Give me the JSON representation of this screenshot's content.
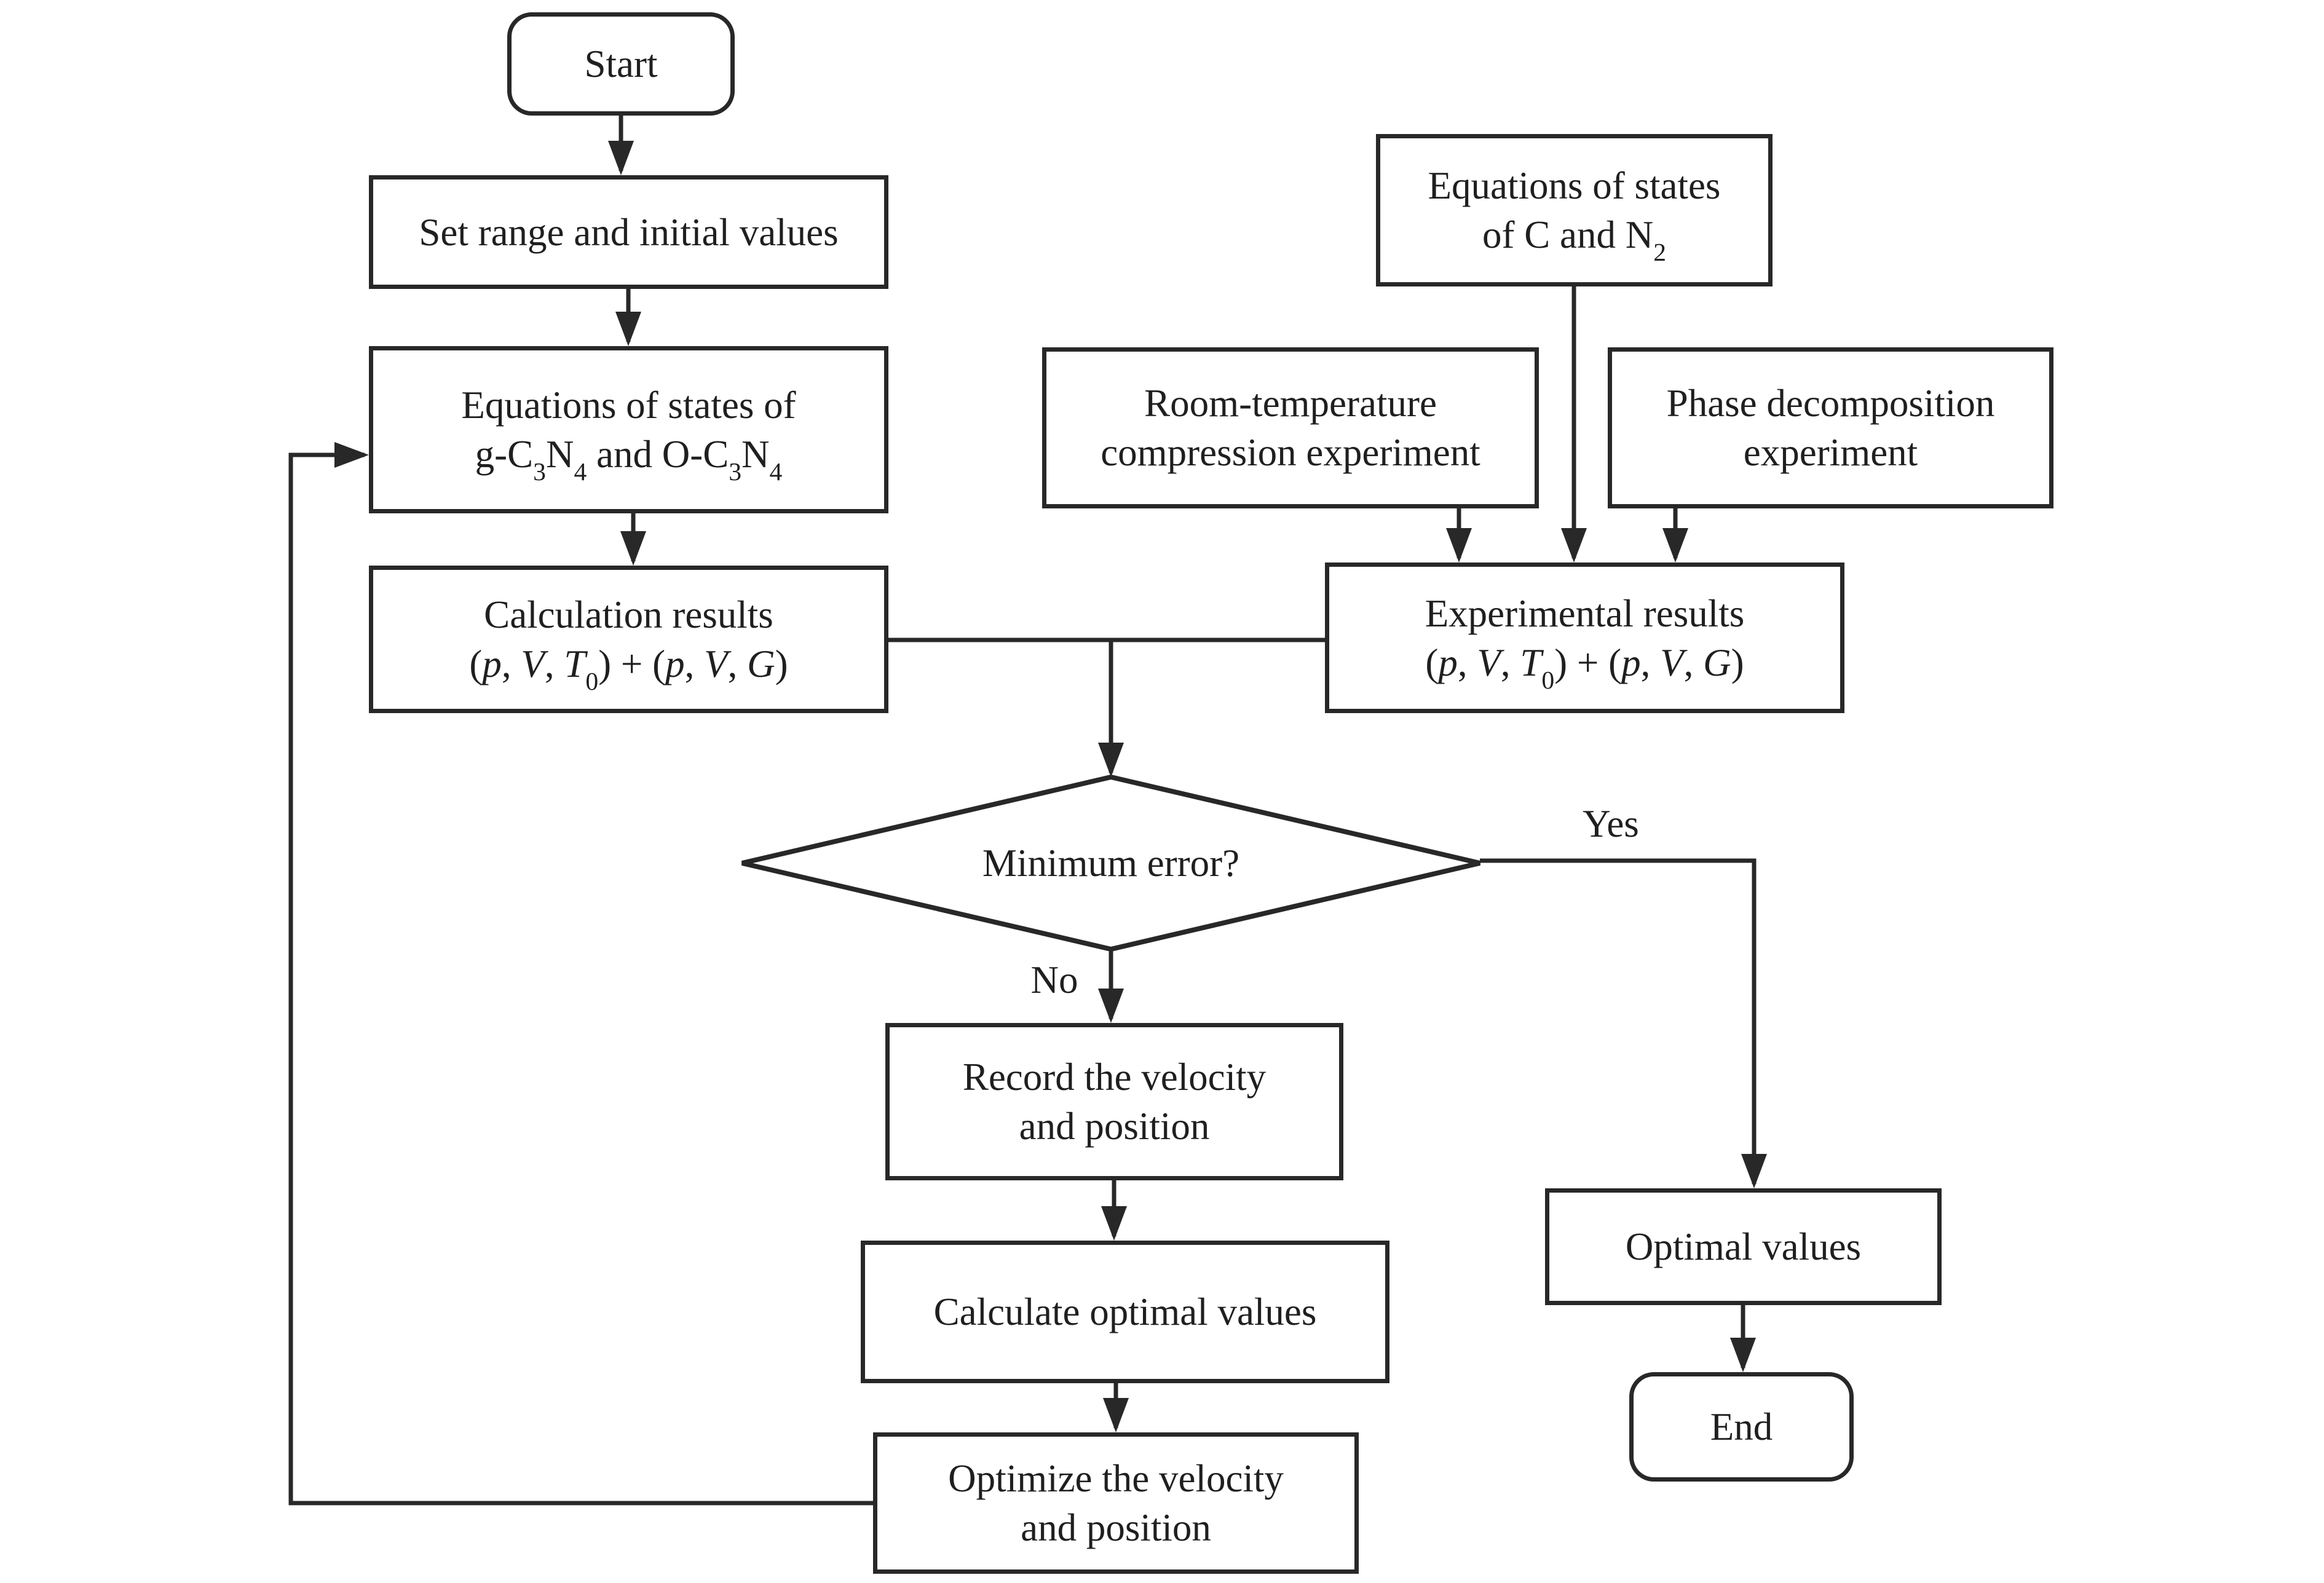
{
  "nodes": {
    "start": {
      "label": "Start"
    },
    "set_range": {
      "label": "Set range and initial values"
    },
    "eq_g": {
      "line1": "Equations of states of",
      "line2_parts": [
        "g-C",
        "3",
        "N",
        "4",
        " and O-C",
        "3",
        "N",
        "4"
      ]
    },
    "calc": {
      "line1": "Calculation results",
      "formula_parts": [
        "(",
        "p",
        ", ",
        "V",
        ", ",
        "T",
        "0",
        ") + (",
        "p",
        ", ",
        "V",
        ", ",
        "G",
        ")"
      ]
    },
    "eq_cn": {
      "line1": "Equations of states",
      "line2_parts": [
        "of C and N",
        "2"
      ]
    },
    "room": {
      "line1": "Room-temperature",
      "line2": "compression experiment"
    },
    "phase": {
      "line1": "Phase decomposition",
      "line2": "experiment"
    },
    "exp": {
      "line1": "Experimental results",
      "formula_parts": [
        "(",
        "p",
        ", ",
        "V",
        ", ",
        "T",
        "0",
        ") + (",
        "p",
        ", ",
        "V",
        ", ",
        "G",
        ")"
      ]
    },
    "decision": {
      "label": "Minimum error?"
    },
    "record": {
      "line1": "Record the velocity",
      "line2": "and position"
    },
    "calc_opt": {
      "label": "Calculate optimal values"
    },
    "optimize": {
      "line1": "Optimize the velocity",
      "line2": "and position"
    },
    "optimal": {
      "label": "Optimal values"
    },
    "end": {
      "label": "End"
    }
  },
  "edges": {
    "yes_label": "Yes",
    "no_label": "No"
  },
  "colors": {
    "stroke": "#282828",
    "background": "#ffffff",
    "text": "#1f1f1f"
  }
}
